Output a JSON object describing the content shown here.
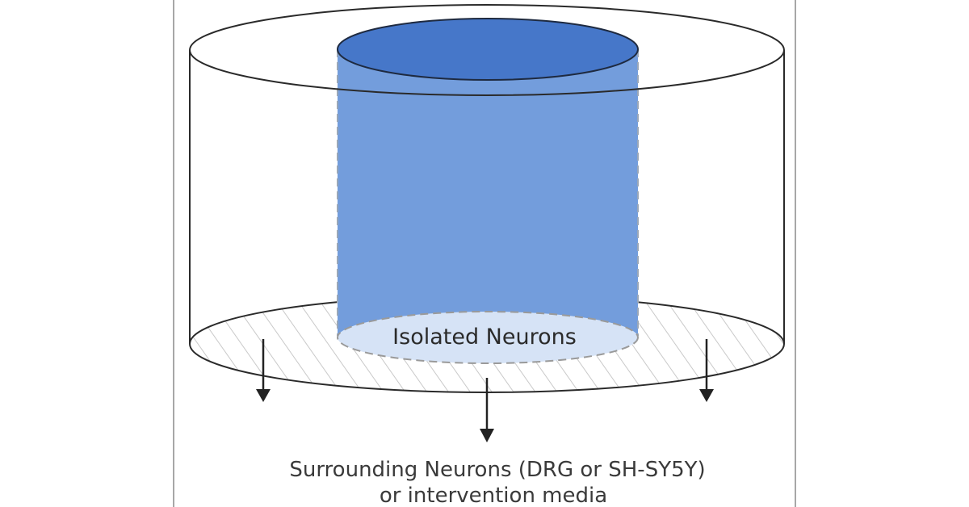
{
  "labels": {
    "isolated": "Isolated Neurons",
    "surrounding_line1": "Surrounding Neurons (DRG or SH-SY5Y)",
    "surrounding_line2": "or intervention media"
  },
  "colors": {
    "background": "#ffffff",
    "frame_line": "#8a8a8a",
    "outer_outline": "#2a2a2a",
    "inner_body": "#739ddc",
    "inner_top": "#4677c9",
    "inner_base": "#d6e3f6",
    "hatch": "#c9c9c9",
    "arrow": "#222222"
  }
}
